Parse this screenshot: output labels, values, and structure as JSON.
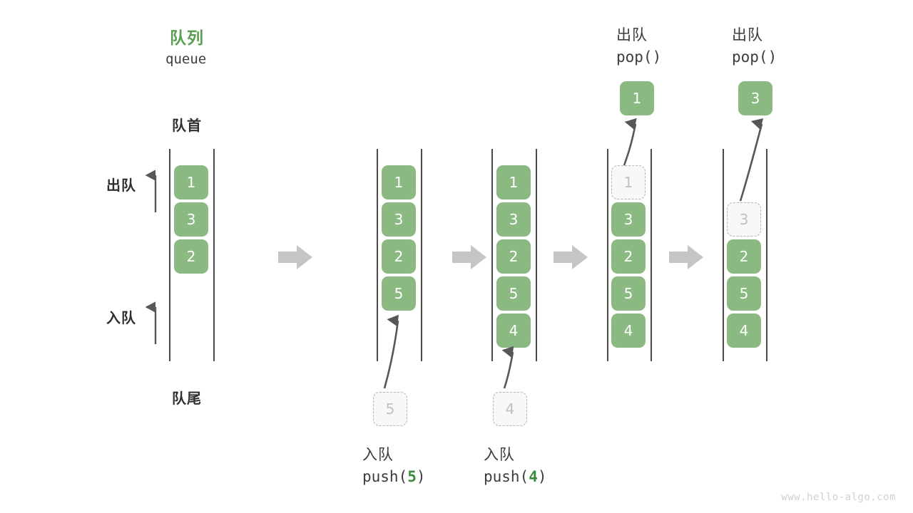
{
  "diagram": {
    "title_cn": "队列",
    "title_en": "queue",
    "head_label": "队首",
    "tail_label": "队尾",
    "dequeue_label": "出队",
    "enqueue_label": "入队",
    "accent_green": "#5a9e54",
    "box_green": "#8ab981",
    "ghost_gray": "#b5b5b5",
    "arrow_gray": "#c5c5c5",
    "line_gray": "#4a4a4a"
  },
  "panels": [
    {
      "id": "initial-queue",
      "items": [
        "1",
        "3",
        "2"
      ],
      "ghost_index": -1,
      "popped": null,
      "pushed": null,
      "caption_cn": "",
      "caption_code": "",
      "top_cn": "",
      "top_code": ""
    },
    {
      "id": "after-push-5",
      "items": [
        "1",
        "3",
        "2",
        "5"
      ],
      "ghost_index": -1,
      "popped": null,
      "pushed": "5",
      "caption_cn": "入队",
      "caption_code_prefix": "push(",
      "caption_code_arg": "5",
      "caption_code_suffix": ")",
      "top_cn": "",
      "top_code": ""
    },
    {
      "id": "after-push-4",
      "items": [
        "1",
        "3",
        "2",
        "5",
        "4"
      ],
      "ghost_index": -1,
      "popped": null,
      "pushed": "4",
      "caption_cn": "入队",
      "caption_code_prefix": "push(",
      "caption_code_arg": "4",
      "caption_code_suffix": ")",
      "top_cn": "",
      "top_code": ""
    },
    {
      "id": "after-pop-1",
      "items": [
        "1",
        "3",
        "2",
        "5",
        "4"
      ],
      "ghost_index": 0,
      "popped": "1",
      "pushed": null,
      "top_cn": "出队",
      "top_code": "pop()"
    },
    {
      "id": "after-pop-3",
      "items": [
        "",
        "3",
        "2",
        "5",
        "4"
      ],
      "ghost_index": 1,
      "popped": "3",
      "pushed": null,
      "top_cn": "出队",
      "top_code": "pop()"
    }
  ],
  "watermark": "www.hello-algo.com"
}
